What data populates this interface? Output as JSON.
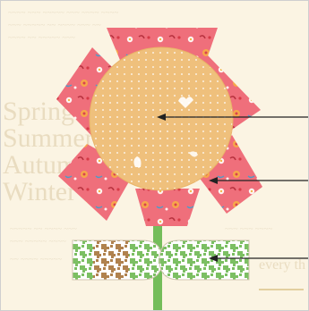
{
  "background_text": {
    "words": [
      "Spring",
      "Summer",
      "Autumn",
      "Winter"
    ],
    "phrase": "every th"
  },
  "colors": {
    "paper": "#fbf4e3",
    "print_text": "#e9dcc0",
    "petal": "#ef6f7b",
    "center": "#efc07c",
    "stem": "#74bd5a",
    "leaf_green": "#7cbf63",
    "leaf_brown": "#b9774a",
    "pointer_line": "#222222"
  },
  "icons": [
    "flower-center",
    "petal",
    "stem",
    "leaf-pair",
    "pointer-arrow"
  ]
}
